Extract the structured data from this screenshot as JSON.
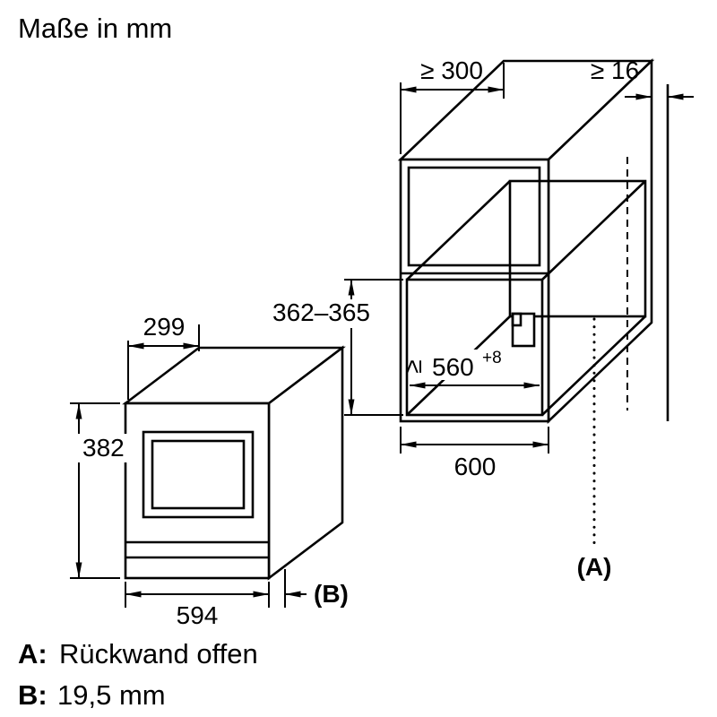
{
  "title": "Maße in mm",
  "cabinet": {
    "dim_depth": "≥ 300",
    "dim_wall_gap": "≥ 16",
    "dim_niche_height": "362–365",
    "dim_niche_width_geq": "≥",
    "dim_niche_width": "560",
    "dim_niche_width_sup": "+8",
    "dim_width": "600",
    "label": "(A)"
  },
  "appliance": {
    "dim_depth": "299",
    "dim_height": "382",
    "dim_width": "594",
    "label": "(B)"
  },
  "legend": {
    "a_key": "A:",
    "a_text": "Rückwand offen",
    "b_key": "B:",
    "b_text": "19,5 mm"
  },
  "colors": {
    "line": "#000000",
    "background": "#ffffff"
  }
}
